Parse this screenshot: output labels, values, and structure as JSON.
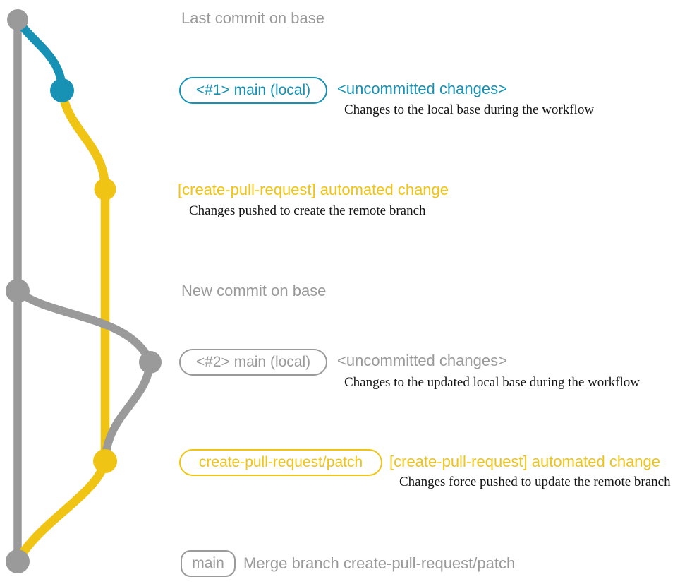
{
  "colors": {
    "gray": "#9a9a9a",
    "blue": "#1791b4",
    "yellow": "#f0c414",
    "caption": "#141414",
    "background": "#ffffff"
  },
  "graph": {
    "branches": [
      {
        "name": "base",
        "color_key": "gray"
      },
      {
        "name": "local-main-1",
        "color_key": "blue"
      },
      {
        "name": "create-pull-request-patch",
        "color_key": "yellow"
      },
      {
        "name": "local-main-2",
        "color_key": "gray"
      }
    ],
    "commit_count": 7
  },
  "annotations": {
    "last_commit": "Last commit on base",
    "row1": {
      "badge": "<#1> main (local)",
      "title": "<uncommitted changes>",
      "caption": "Changes to the local base during the workflow"
    },
    "row2": {
      "title": "[create-pull-request] automated change",
      "caption": "Changes pushed to create the remote branch"
    },
    "new_commit": "New commit on base",
    "row3": {
      "badge": "<#2> main (local)",
      "title": "<uncommitted changes>",
      "caption": "Changes to the updated local base during the workflow"
    },
    "row4": {
      "badge": "create-pull-request/patch",
      "title": "[create-pull-request] automated change",
      "caption": "Changes force pushed to update the remote branch"
    },
    "row5": {
      "badge": "main",
      "title": "Merge branch create-pull-request/patch"
    }
  }
}
